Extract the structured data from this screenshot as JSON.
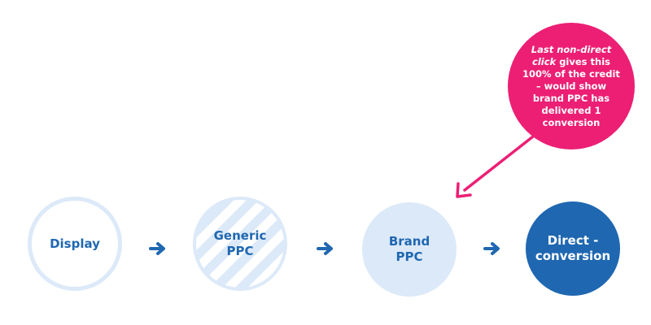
{
  "nodes": {
    "display": {
      "line1": "Display"
    },
    "generic": {
      "line1": "Generic",
      "line2": "PPC"
    },
    "brand": {
      "line1": "Brand",
      "line2": "PPC"
    },
    "direct": {
      "line1": "Direct -",
      "line2": "conversion"
    }
  },
  "callout": {
    "emphasis": "Last non-direct click",
    "rest": " gives this 100% of the credit – would show brand PPC has delivered 1 conversion"
  },
  "colors": {
    "blue": "#1f67b1",
    "light_blue": "#dce9f8",
    "pink": "#ec1f74"
  },
  "icons": {
    "step_arrow": "arrow-right-icon",
    "callout_pointer": "arrow-down-left-icon"
  }
}
